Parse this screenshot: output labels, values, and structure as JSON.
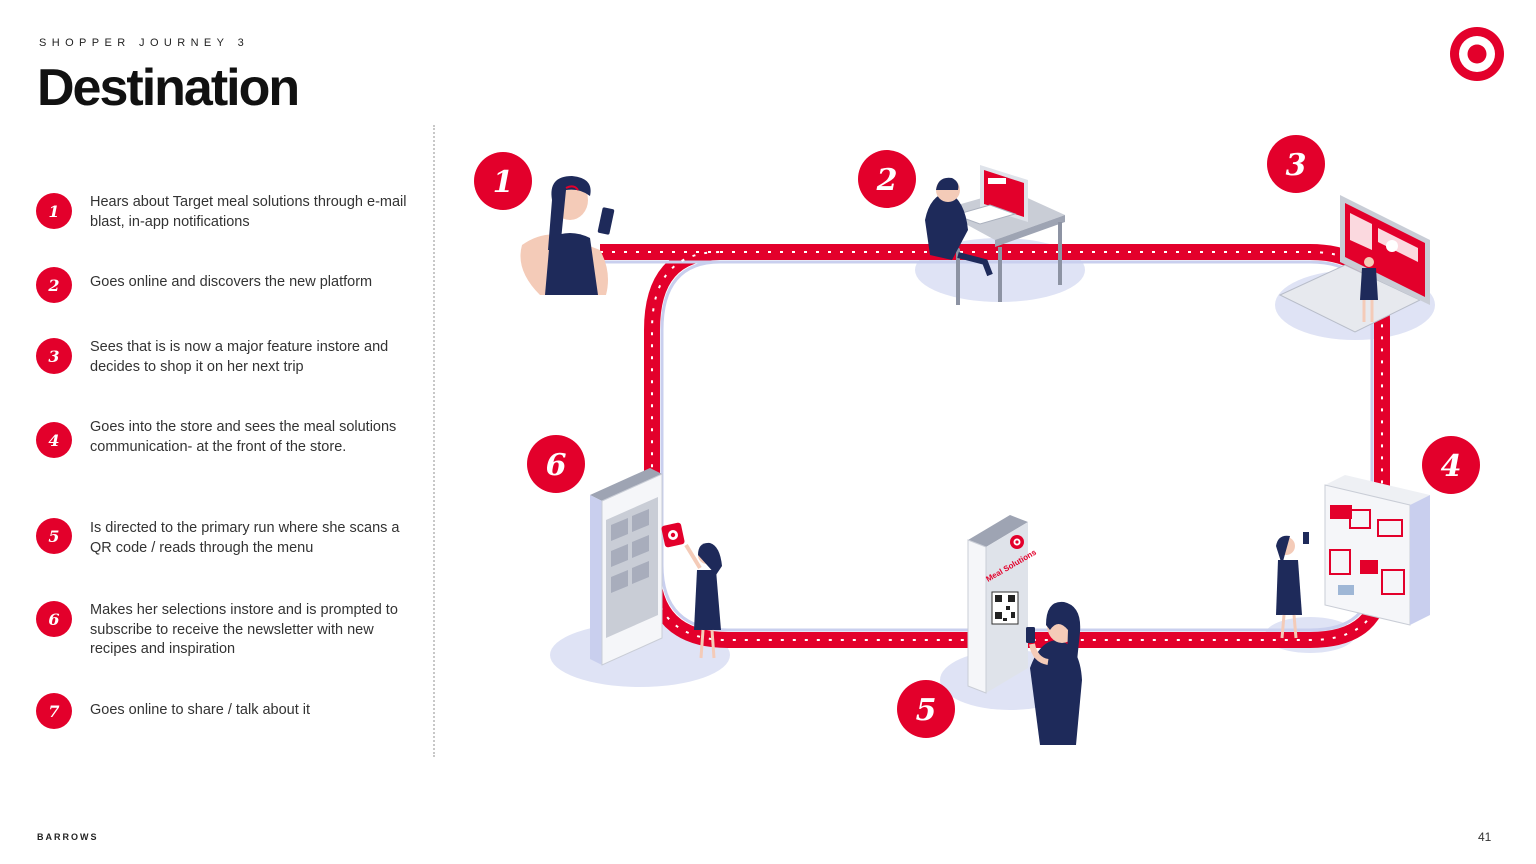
{
  "header": {
    "eyebrow": "SHOPPER JOURNEY 3",
    "title": "Destination"
  },
  "colors": {
    "brand_red": "#e3002b",
    "shadow": "#dfe3f5",
    "figure": "#1e2a5a"
  },
  "steps": [
    {
      "num": "1",
      "text": "Hears about Target meal solutions through e-mail blast, in-app notifications"
    },
    {
      "num": "2",
      "text": "Goes online and discovers the new platform"
    },
    {
      "num": "3",
      "text": "Sees that is is now a major feature instore and decides to shop it on her next trip"
    },
    {
      "num": "4",
      "text": "Goes into the store and sees the meal solutions communication- at the front of the store."
    },
    {
      "num": "5",
      "text": "Is directed to the primary run where she scans a QR code / reads through the menu"
    },
    {
      "num": "6",
      "text": "Makes her selections instore and is prompted to subscribe to receive the newsletter with new recipes and inspiration"
    },
    {
      "num": "7",
      "text": "Goes online to share / talk about it"
    }
  ],
  "map": {
    "badges": [
      "1",
      "2",
      "3",
      "4",
      "5",
      "6"
    ],
    "sign_text": "Meal Solutions"
  },
  "footer": {
    "brand": "BARROWS",
    "page_number": "41"
  }
}
